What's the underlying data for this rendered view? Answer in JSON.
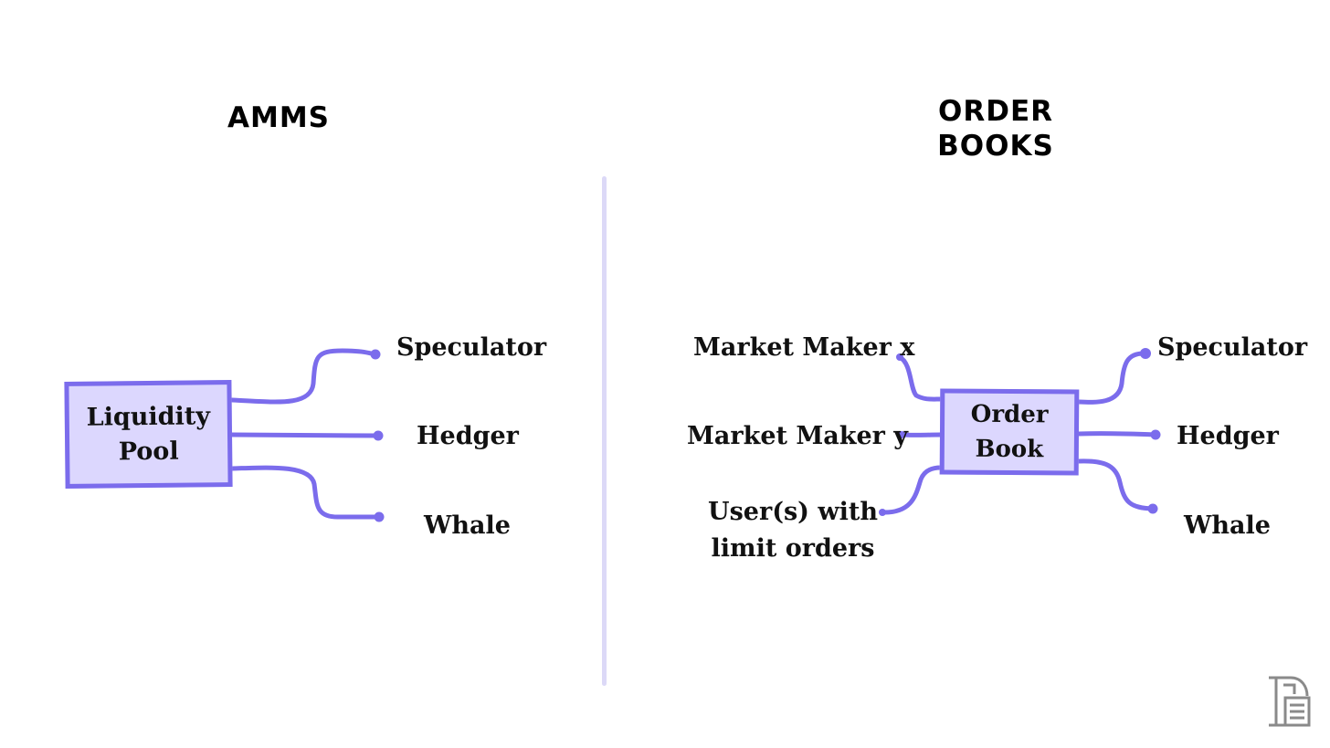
{
  "amms": {
    "heading": "AMMS",
    "box_label": "Liquidity Pool",
    "box_lines": [
      "Liquidity",
      "Pool"
    ],
    "participants": [
      "Speculator",
      "Hedger",
      "Whale"
    ]
  },
  "order_books": {
    "heading_lines": [
      "ORDER",
      "BOOKS"
    ],
    "box_lines": [
      "Order",
      "Book"
    ],
    "makers": [
      "Market Maker x",
      "Market Maker y"
    ],
    "user_lines": [
      "User(s) with",
      "limit orders"
    ],
    "participants": [
      "Speculator",
      "Hedger",
      "Whale"
    ]
  },
  "colors": {
    "accent": "#7b6cec",
    "box_fill": "#dcd7fe",
    "divider": "#dcd9f7"
  },
  "icons": [
    "logo-icon"
  ]
}
